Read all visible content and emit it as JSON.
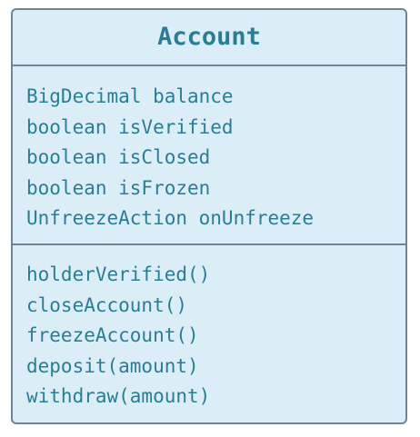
{
  "class_box": {
    "name": "Account",
    "attributes": [
      "BigDecimal balance",
      "boolean isVerified",
      "boolean isClosed",
      "boolean isFrozen",
      "UnfreezeAction onUnfreeze"
    ],
    "methods": [
      "holderVerified()",
      "closeAccount()",
      "freezeAccount()",
      "deposit(amount)",
      "withdraw(amount)"
    ]
  },
  "colors": {
    "fill": "#dbeef8",
    "border": "#6f8593",
    "text": "#2a7d93"
  }
}
